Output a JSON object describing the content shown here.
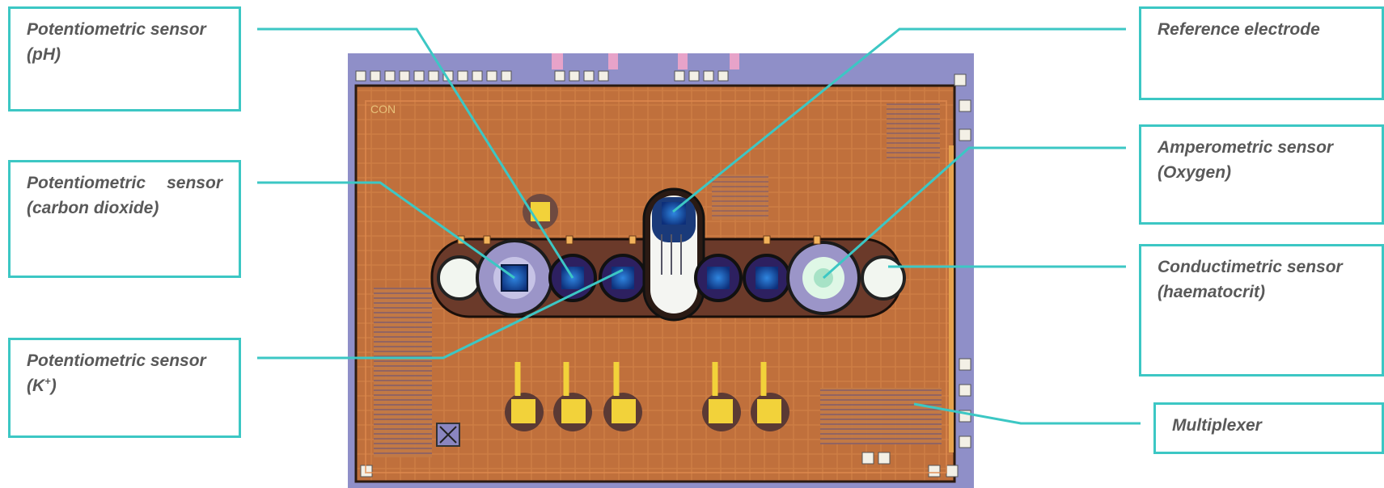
{
  "labels": {
    "ph": "Potentiometric sensor (pH)",
    "co2": "Potentiometric sensor (carbon dioxide)",
    "k_prefix": "Potentiometric sensor (K",
    "k_sup": "+",
    "k_suffix": ")",
    "reference": "Reference electrode",
    "oxygen": "Amperometric sensor (Oxygen)",
    "haematocrit": "Conductimetric sensor (haematocrit)",
    "multiplexer": "Multiplexer"
  },
  "die_marking": "CON",
  "colors": {
    "accent": "#3cc7c4",
    "label_text": "#595959",
    "die_copper": "#c0703c",
    "die_border": "#8f8fc8",
    "sensor_blue": "#1f5ec2",
    "pad_gold": "#f2d23a"
  }
}
